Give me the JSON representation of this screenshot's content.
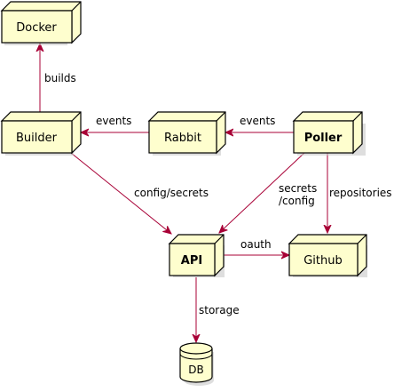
{
  "colors": {
    "node_fill": "#FEFECE",
    "node_stroke": "#000000",
    "edge": "#A80036",
    "shadow": "#C8C8C8"
  },
  "nodes": {
    "docker": {
      "label": "Docker",
      "shape": "node"
    },
    "builder": {
      "label": "Builder",
      "shape": "node"
    },
    "rabbit": {
      "label": "Rabbit",
      "shape": "node"
    },
    "poller": {
      "label": "Poller",
      "shape": "node"
    },
    "api": {
      "label": "API",
      "shape": "node"
    },
    "github": {
      "label": "Github",
      "shape": "node"
    },
    "db": {
      "label": "DB",
      "shape": "database"
    }
  },
  "edges": {
    "builds": {
      "from": "builder",
      "to": "docker",
      "label": "builds"
    },
    "events_rb": {
      "from": "rabbit",
      "to": "builder",
      "label": "events"
    },
    "events_pr": {
      "from": "poller",
      "to": "rabbit",
      "label": "events"
    },
    "config_secrets": {
      "from": "builder",
      "to": "api",
      "label": "config/secrets"
    },
    "secrets_config": {
      "from": "poller",
      "to": "api",
      "label_line1": "secrets",
      "label_line2": "/config"
    },
    "repositories": {
      "from": "poller",
      "to": "github",
      "label": "repositories"
    },
    "oauth": {
      "from": "api",
      "to": "github",
      "label": "oauth"
    },
    "storage": {
      "from": "api",
      "to": "db",
      "label": "storage"
    }
  }
}
